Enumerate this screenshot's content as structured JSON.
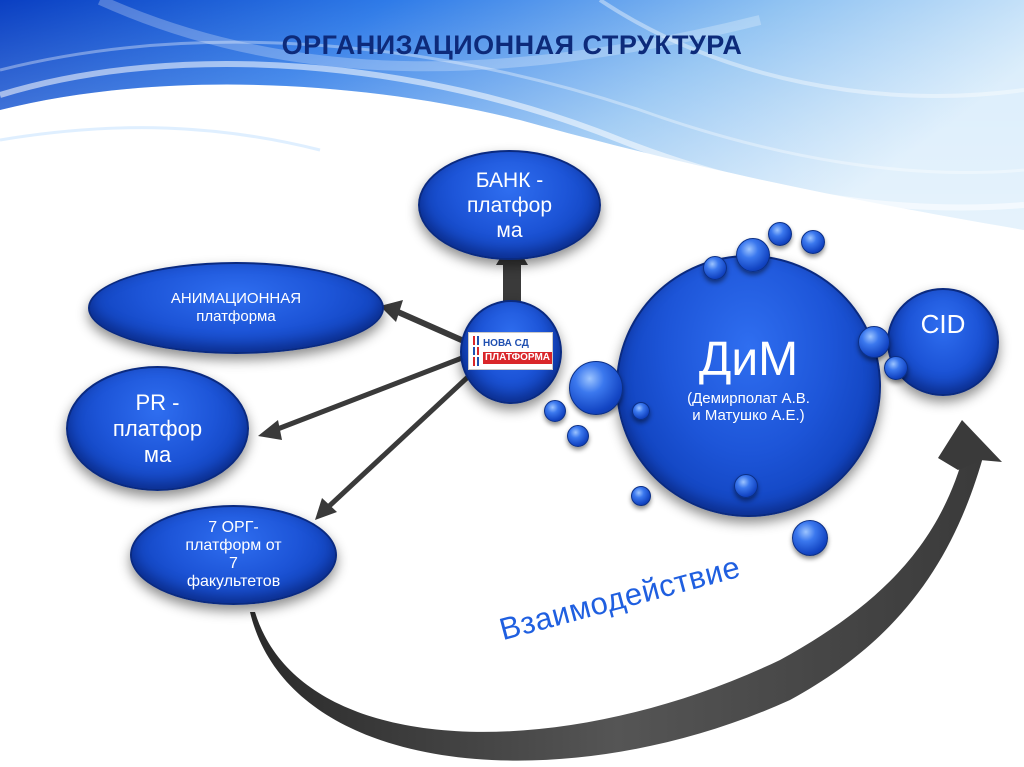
{
  "title": "ОРГАНИЗАЦИОННАЯ СТРУКТУРА",
  "nodes": {
    "bank": "БАНК -\nплатфор\nма",
    "animation": "АНИМАЦИОННАЯ\nплатформа",
    "pr": "PR -\nплатфор\nма",
    "org": "7 ОРГ-\nплатформ от\n7\nфакультетов",
    "dim": {
      "title": "ДиМ",
      "subtitle": "(Демирполат А.В.\nи Матушко А.Е.)"
    },
    "cid": "CID"
  },
  "logo": {
    "line1": "НОВА СД",
    "line2": "ПЛАТФОРМА"
  },
  "interaction_label": "Взаимодействие",
  "colors": {
    "node_blue": "#1d55d8",
    "title_navy": "#0d2a7a",
    "label_blue": "#1f5fe0",
    "arrow_gray": "#3a3a3a"
  }
}
